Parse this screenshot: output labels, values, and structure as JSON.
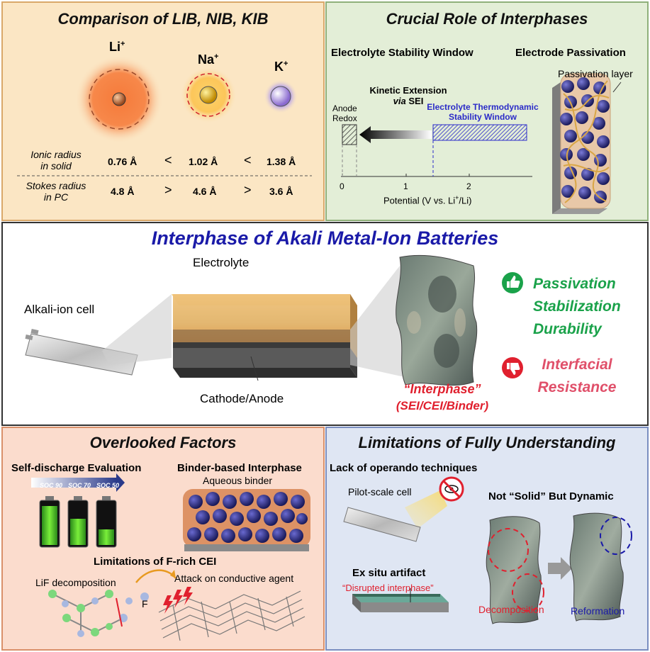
{
  "colors": {
    "peach_panel": "#fbe6c4",
    "green_panel": "#e3eed7",
    "pink_panel": "#fbdccd",
    "blue_panel": "#dfe6f3",
    "main_title": "#1a1aa8",
    "green_text": "#1aa24a",
    "red_text": "#e0202e",
    "pink_text": "#e0506a",
    "window_blue": "#2a2ac8"
  },
  "p1": {
    "title": "Comparison of LIB, NIB, KIB",
    "ion_li": "Li",
    "ion_na": "Na",
    "ion_k": "K",
    "plus": "+",
    "row1_label_a": "Ionic radius",
    "row1_label_b": "in solid",
    "row1_v1": "0.76 Å",
    "row1_op1": "<",
    "row1_v2": "1.02 Å",
    "row1_op2": "<",
    "row1_v3": "1.38 Å",
    "row2_label_a": "Stokes radius",
    "row2_label_b": "in PC",
    "row2_v1": "4.8 Å",
    "row2_op1": ">",
    "row2_v2": "4.6 Å",
    "row2_op2": ">",
    "row2_v3": "3.6 Å"
  },
  "p2": {
    "title": "Crucial Role of Interphases",
    "sub1": "Electrolyte Stability Window",
    "sub2": "Electrode Passivation",
    "kinetic_a": "Kinetic Extension",
    "kinetic_via": "via",
    "kinetic_sei": " SEI",
    "anode_a": "Anode",
    "anode_b": "Redox",
    "window_a": "Electrolyte Thermodynamic",
    "window_b": "Stability Window",
    "tick0": "0",
    "tick1": "1",
    "tick2": "2",
    "xlabel_pre": "Potential (V vs. Li",
    "xlabel_sup": "+",
    "xlabel_post": "/Li)",
    "passivation": "Passivation layer"
  },
  "p3": {
    "title": "Interphase of Akali Metal-Ion Batteries",
    "electrolyte": "Electrolyte",
    "cell": "Alkali-ion  cell",
    "cathode": "Cathode/Anode",
    "interphase": "“Interphase”",
    "interphase_sub": "(SEI/CEI/Binder)",
    "pro1": "Passivation",
    "pro2": "Stabilization",
    "pro3": "Durability",
    "con1": "Interfacial",
    "con2": "Resistance"
  },
  "p4": {
    "title": "Overlooked Factors",
    "selfdis": "Self-discharge Evaluation",
    "soc1": "SOC 90",
    "soc2": "SOC 70",
    "soc3": "SOC 50",
    "soc_fill": [
      0.92,
      0.62,
      0.36
    ],
    "binder_title": "Binder-based Interphase",
    "aqueous": "Aqueous binder",
    "frich": "Limitations of F-rich CEI",
    "lif": "LiF decomposition",
    "f": "F",
    "attack": "Attack on conductive agent"
  },
  "p5": {
    "title": "Limitations of Fully Understanding",
    "lack": "Lack of operando techniques",
    "pilot": "Pilot-scale cell",
    "exsitu": "Ex situ artifact",
    "disrupted": "“Disrupted interphase”",
    "notsolid": "Not “Solid” But Dynamic",
    "decomp": "Decomposition",
    "reform": "Reformation"
  }
}
